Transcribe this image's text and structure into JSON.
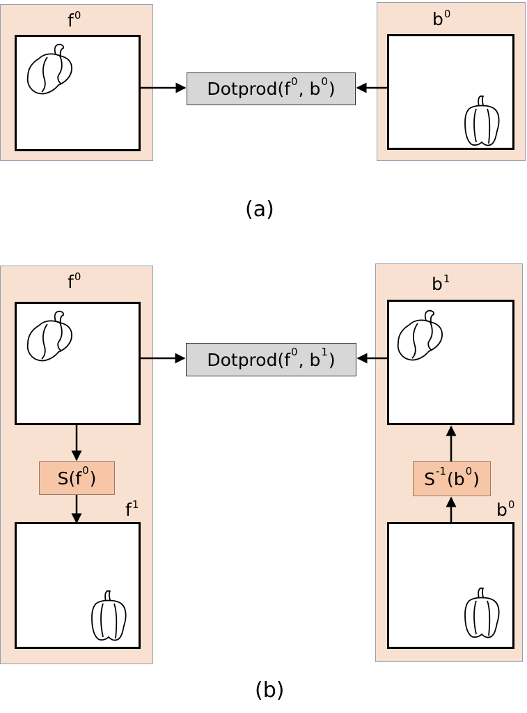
{
  "a": {
    "left_label": {
      "base": "f",
      "sup": "0"
    },
    "right_label": {
      "base": "b",
      "sup": "0"
    },
    "dot": {
      "pre": "Dotprod(f",
      "sup1": "0",
      "mid": ", b",
      "sup2": "0",
      "post": ")"
    },
    "caption": "(a)"
  },
  "b": {
    "left_top_label": {
      "base": "f",
      "sup": "0"
    },
    "left_bottom_label": {
      "base": "f",
      "sup": "1"
    },
    "right_top_label": {
      "base": "b",
      "sup": "1"
    },
    "right_bottom_label": {
      "base": "b",
      "sup": "0"
    },
    "dot": {
      "pre": "Dotprod(f",
      "sup1": "0",
      "mid": ", b",
      "sup2": "1",
      "post": ")"
    },
    "shift": {
      "pre": "S(f",
      "sup": "0",
      "post": ")"
    },
    "inverse_shift": {
      "pre": "S",
      "sup1": "-1",
      "mid": "(b",
      "sup2": "0",
      "post": ")"
    },
    "caption": "(b)"
  }
}
